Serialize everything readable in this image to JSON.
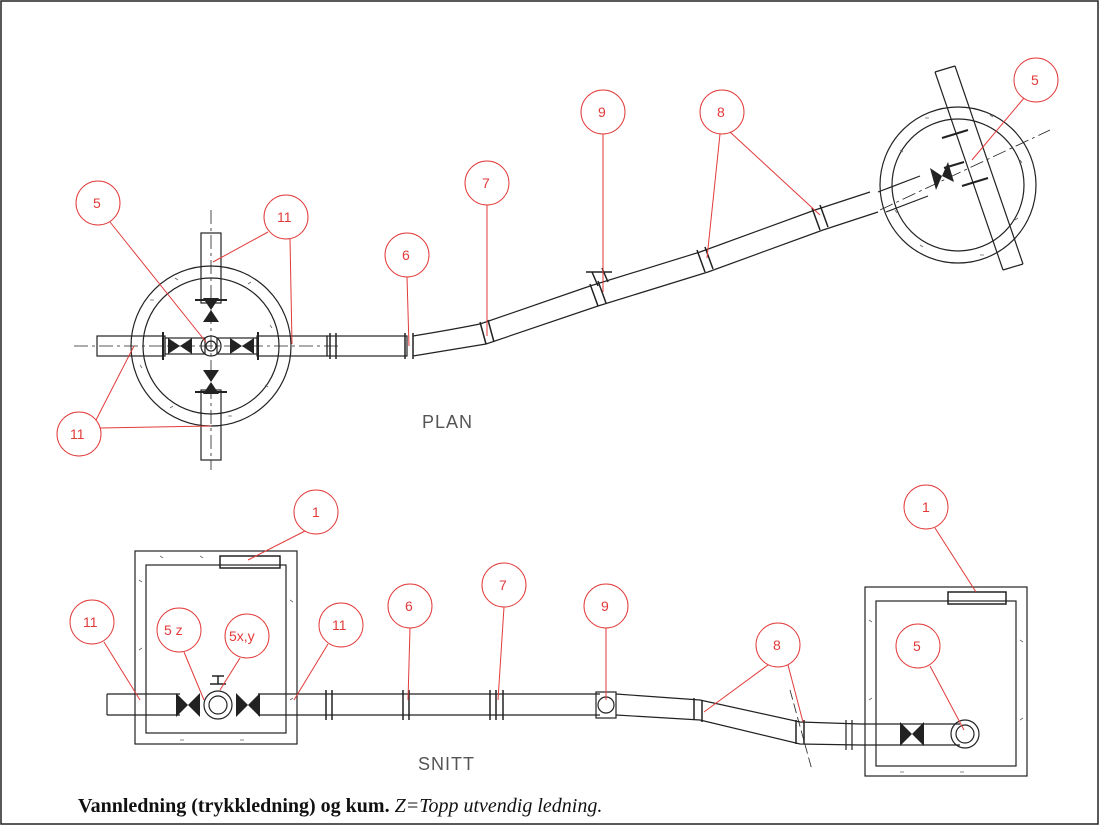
{
  "plan": {
    "title": "PLAN",
    "labels": [
      "5",
      "11",
      "11",
      "6",
      "7",
      "9",
      "8",
      "5"
    ]
  },
  "section": {
    "title": "SNITT",
    "labels": [
      "1",
      "11",
      "5 z",
      "5x,y",
      "11",
      "6",
      "7",
      "9",
      "8",
      "1",
      "5"
    ]
  },
  "caption": {
    "bold": "Vannledning (trykkledning) og kum.",
    "italic": "Z=Topp utvendig ledning."
  },
  "colors": {
    "callout": "#e23a3a",
    "line": "#222222",
    "caption": "#111111"
  }
}
